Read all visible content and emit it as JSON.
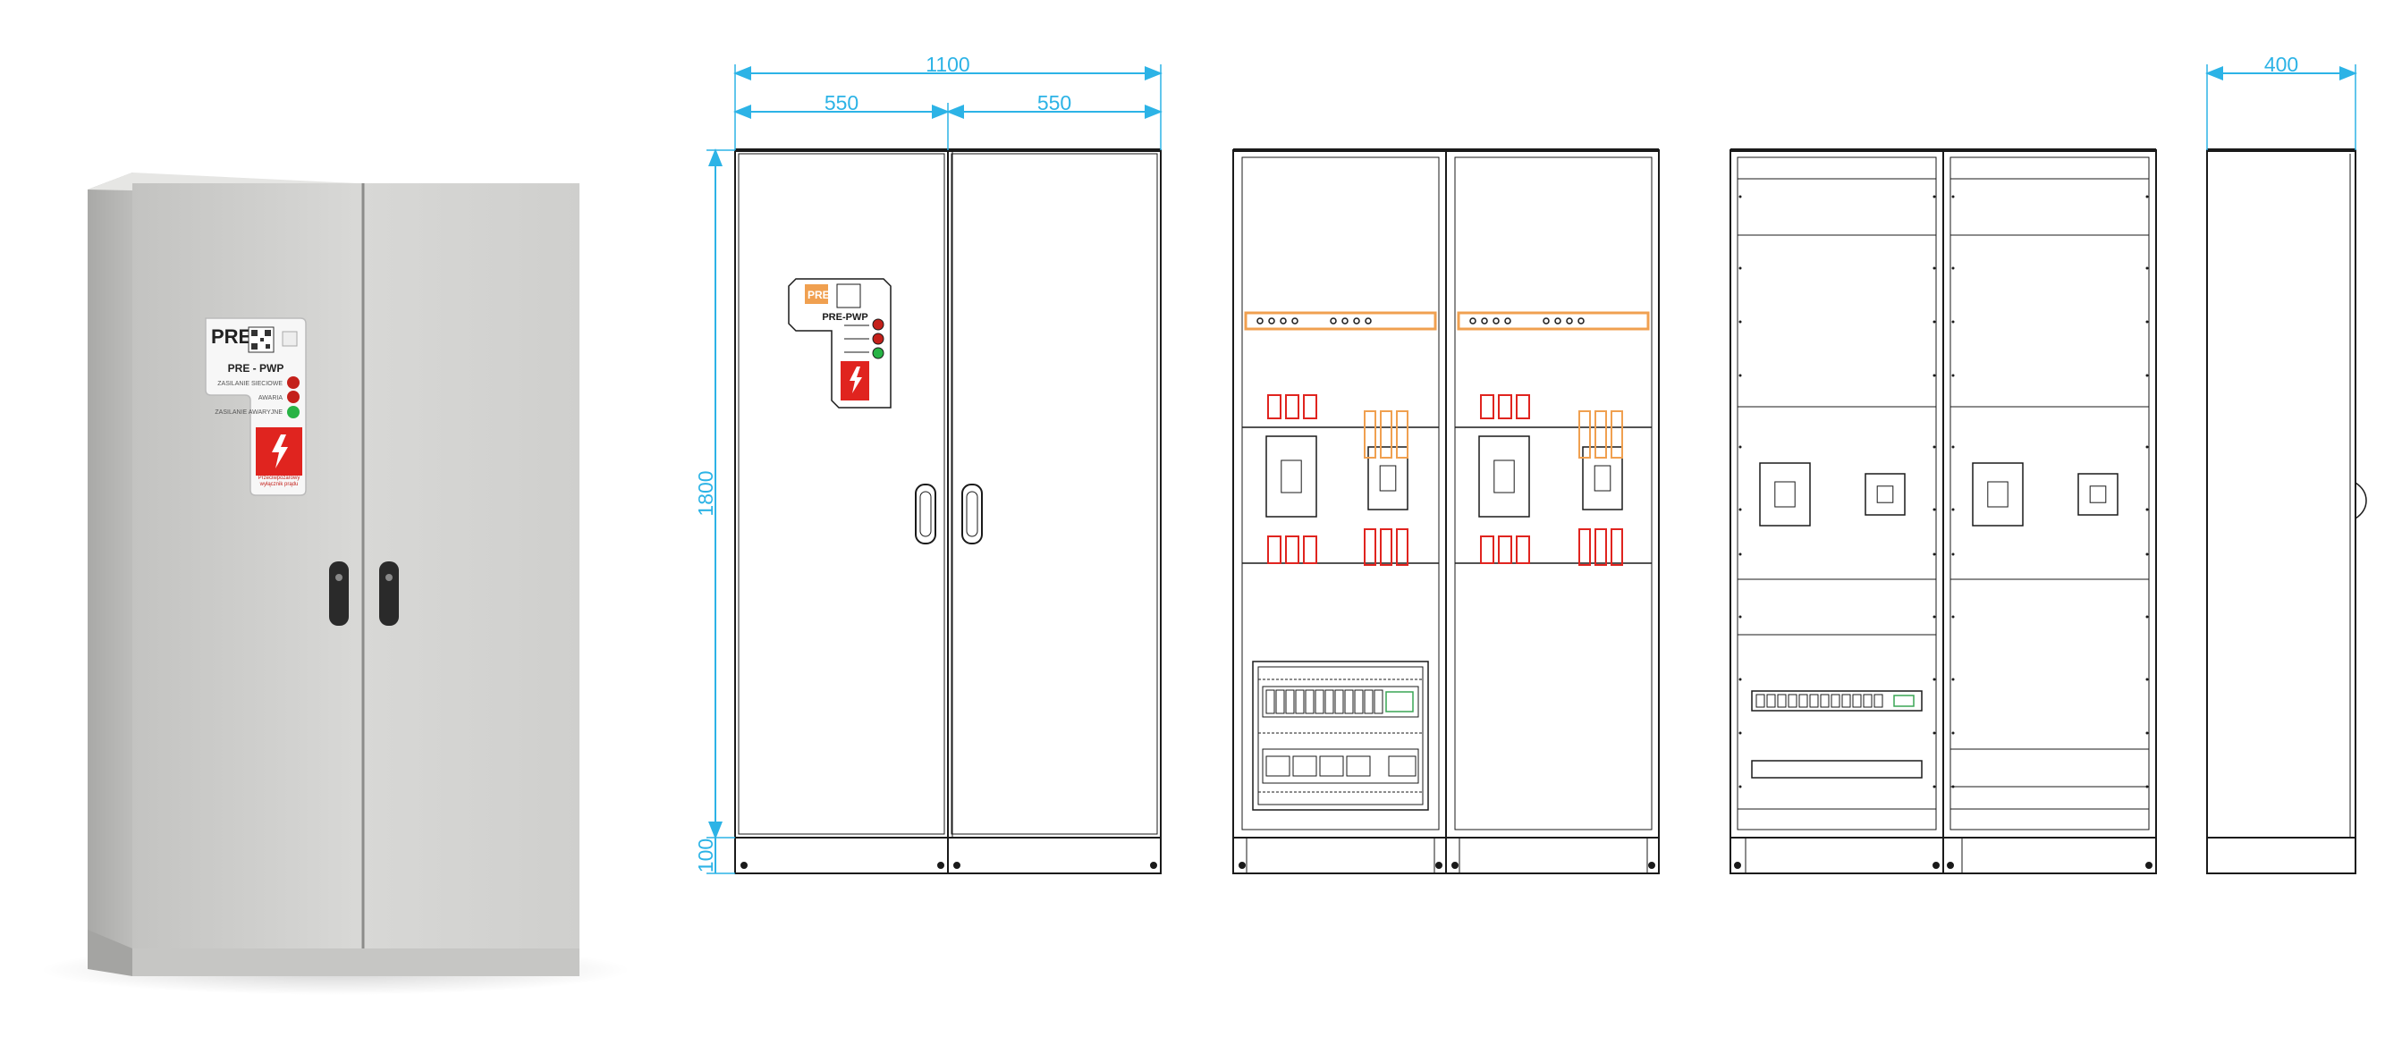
{
  "colors": {
    "dimension": "#2cb3e6",
    "line": "#1a1a1a",
    "cabinet_body": "#d4d4d2",
    "cabinet_shade": "#b9b9b7",
    "busbar_orange": "#f0a050",
    "breaker_red": "#e0241f",
    "lamp_red": "#c4201a",
    "lamp_green": "#27b345",
    "rail_green": "#3aa655"
  },
  "icons": [
    "electrical-hazard-icon",
    "qr-code-icon",
    "door-handle-icon"
  ],
  "photo": {
    "brand": "PRE",
    "product": "PRE - PWP",
    "indicator_labels": [
      "ZASILANIE SIECIOWE",
      "AWARIA",
      "ZASILANIE AWARYJNE"
    ],
    "warning_text": "Przeciwpożarowy wyłącznik prądu"
  },
  "front_view": {
    "brand": "PRE",
    "product": "PRE-PWP",
    "dimensions": {
      "total_width": "1100",
      "door_width_left": "550",
      "door_width_right": "550",
      "height": "1800",
      "plinth": "100"
    }
  },
  "side_view": {
    "dimensions": {
      "depth": "400"
    }
  }
}
